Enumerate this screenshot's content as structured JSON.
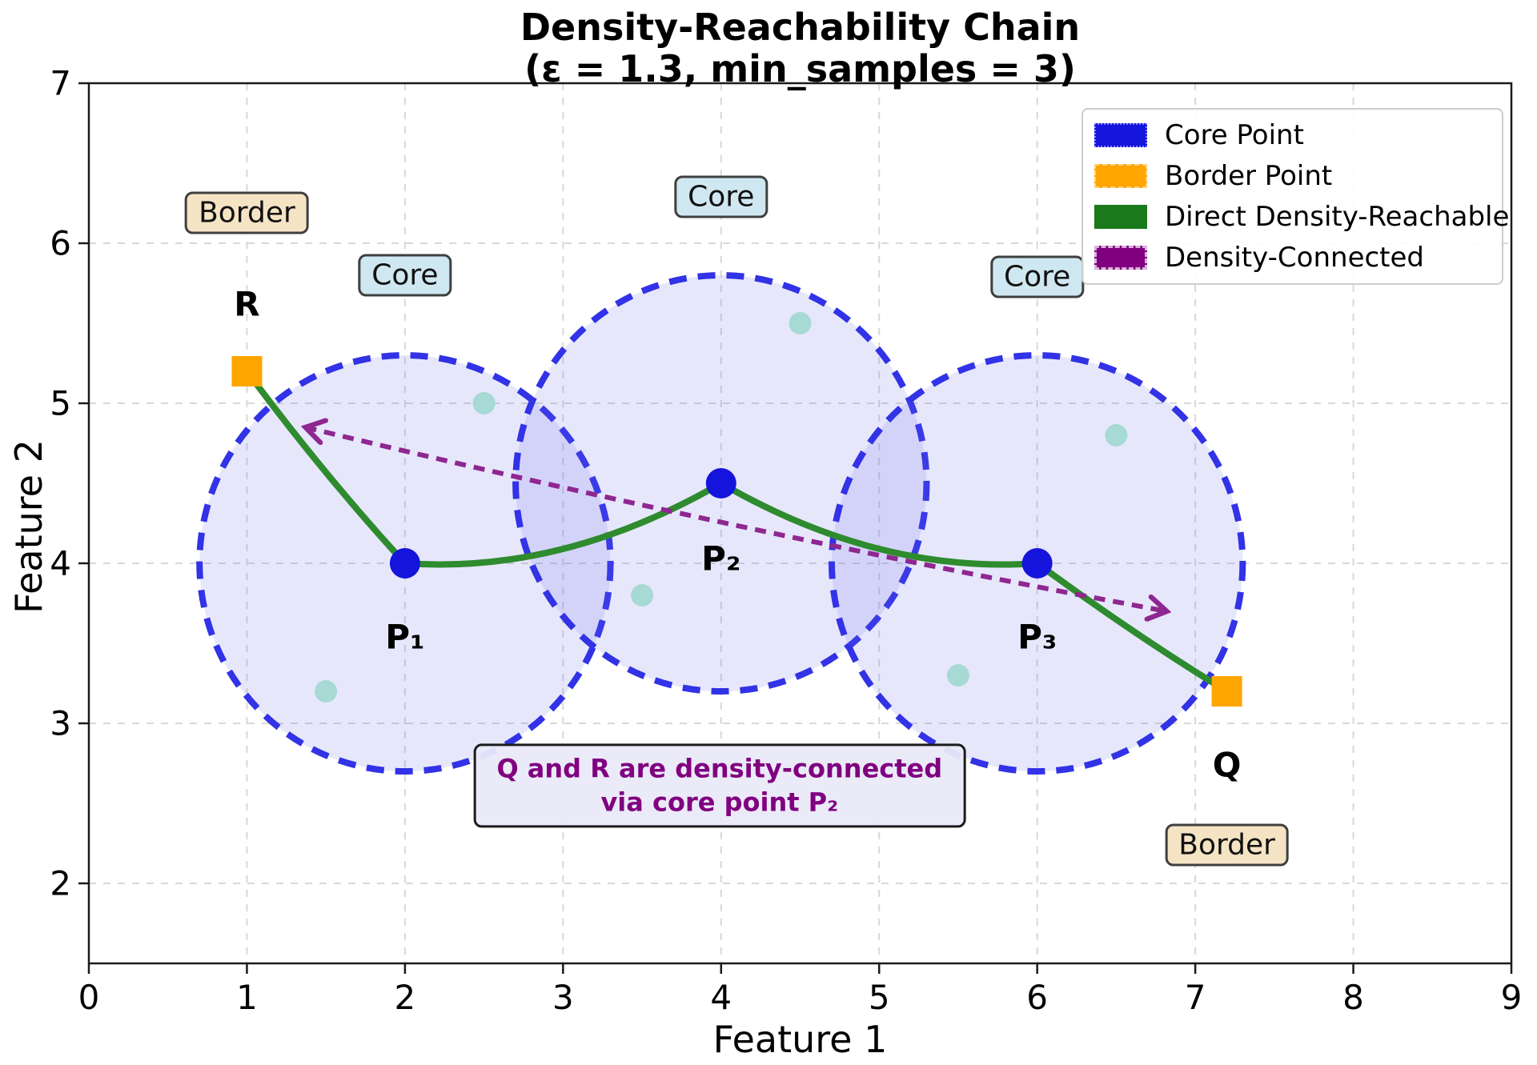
{
  "title": {
    "line1": "Density-Reachability Chain",
    "line2": "(ε = 1.3, min_samples = 3)"
  },
  "axes": {
    "xlabel": "Feature 1",
    "ylabel": "Feature 2",
    "xlim": [
      0,
      9
    ],
    "ylim": [
      1.5,
      7
    ],
    "xticks": [
      "0",
      "1",
      "2",
      "3",
      "4",
      "5",
      "6",
      "7",
      "8",
      "9"
    ],
    "yticks": [
      "2",
      "3",
      "4",
      "5",
      "6",
      "7"
    ],
    "grid": true
  },
  "legend": {
    "position": "upper right",
    "items": [
      {
        "label": "Core Point",
        "swatch": "core"
      },
      {
        "label": "Border Point",
        "swatch": "border"
      },
      {
        "label": "Direct Density-Reachable",
        "swatch": "reachable"
      },
      {
        "label": "Density-Connected",
        "swatch": "connected"
      }
    ]
  },
  "chart_data": {
    "type": "scatter",
    "epsilon": 1.3,
    "min_samples": 3,
    "core_points": [
      {
        "label": "P₁",
        "x": 2.0,
        "y": 4.0
      },
      {
        "label": "P₂",
        "x": 4.0,
        "y": 4.5
      },
      {
        "label": "P₃",
        "x": 6.0,
        "y": 4.0
      }
    ],
    "border_points": [
      {
        "label": "R",
        "x": 1.0,
        "y": 5.2
      },
      {
        "label": "Q",
        "x": 7.2,
        "y": 3.2
      }
    ],
    "other_points": [
      [
        1.5,
        3.2
      ],
      [
        2.5,
        5.0
      ],
      [
        3.5,
        3.8
      ],
      [
        4.5,
        5.5
      ],
      [
        5.5,
        3.3
      ],
      [
        6.5,
        4.8
      ]
    ],
    "epsilon_circles": [
      {
        "cx": 2.0,
        "cy": 4.0,
        "r": 1.3
      },
      {
        "cx": 4.0,
        "cy": 4.5,
        "r": 1.3
      },
      {
        "cx": 6.0,
        "cy": 4.0,
        "r": 1.3
      }
    ],
    "reachable_path": [
      {
        "from": [
          1.0,
          5.2
        ],
        "ctrl": [
          1.48,
          4.56
        ],
        "to": [
          2.0,
          4.0
        ]
      },
      {
        "from": [
          2.0,
          4.0
        ],
        "ctrl": [
          3.0,
          3.93
        ],
        "to": [
          4.0,
          4.5
        ]
      },
      {
        "from": [
          4.0,
          4.5
        ],
        "ctrl": [
          5.0,
          3.93
        ],
        "to": [
          6.0,
          4.0
        ]
      },
      {
        "from": [
          6.0,
          4.0
        ],
        "ctrl": [
          6.62,
          3.55
        ],
        "to": [
          7.2,
          3.2
        ]
      }
    ],
    "density_connected_arrow": {
      "from": [
        1.37,
        4.85
      ],
      "ctrl": [
        4.09,
        4.2
      ],
      "to": [
        6.82,
        3.7
      ],
      "double_headed": true
    },
    "point_labels": [
      {
        "text": "R",
        "x": 1.0,
        "y": 5.62
      },
      {
        "text": "P₁",
        "x": 2.0,
        "y": 3.54
      },
      {
        "text": "P₂",
        "x": 4.0,
        "y": 4.03
      },
      {
        "text": "P₃",
        "x": 6.0,
        "y": 3.54
      },
      {
        "text": "Q",
        "x": 7.2,
        "y": 2.74
      }
    ],
    "tag_labels": [
      {
        "text": "Border",
        "x": 1.0,
        "y": 6.19,
        "style": "border"
      },
      {
        "text": "Core",
        "x": 2.0,
        "y": 5.8,
        "style": "core"
      },
      {
        "text": "Core",
        "x": 4.0,
        "y": 6.29,
        "style": "core"
      },
      {
        "text": "Core",
        "x": 6.0,
        "y": 5.79,
        "style": "core"
      },
      {
        "text": "Border",
        "x": 7.2,
        "y": 2.24,
        "style": "border"
      }
    ],
    "annotation": {
      "text": "Q and R are density-connected\nvia core point P₂",
      "x": 3.99,
      "y": 2.61
    }
  },
  "colors": {
    "core": "#1414dd",
    "border": "#ffa500",
    "reachable": "#2e8b2e",
    "connected": "#8e2790",
    "annotation_text": "#800080",
    "circle_fill": "rgba(105,105,235,0.16)",
    "circle_edge": "#3232e6",
    "noise": "#a7d9d5",
    "grid": "#d8d8d8",
    "spine": "#1a1a1a"
  }
}
